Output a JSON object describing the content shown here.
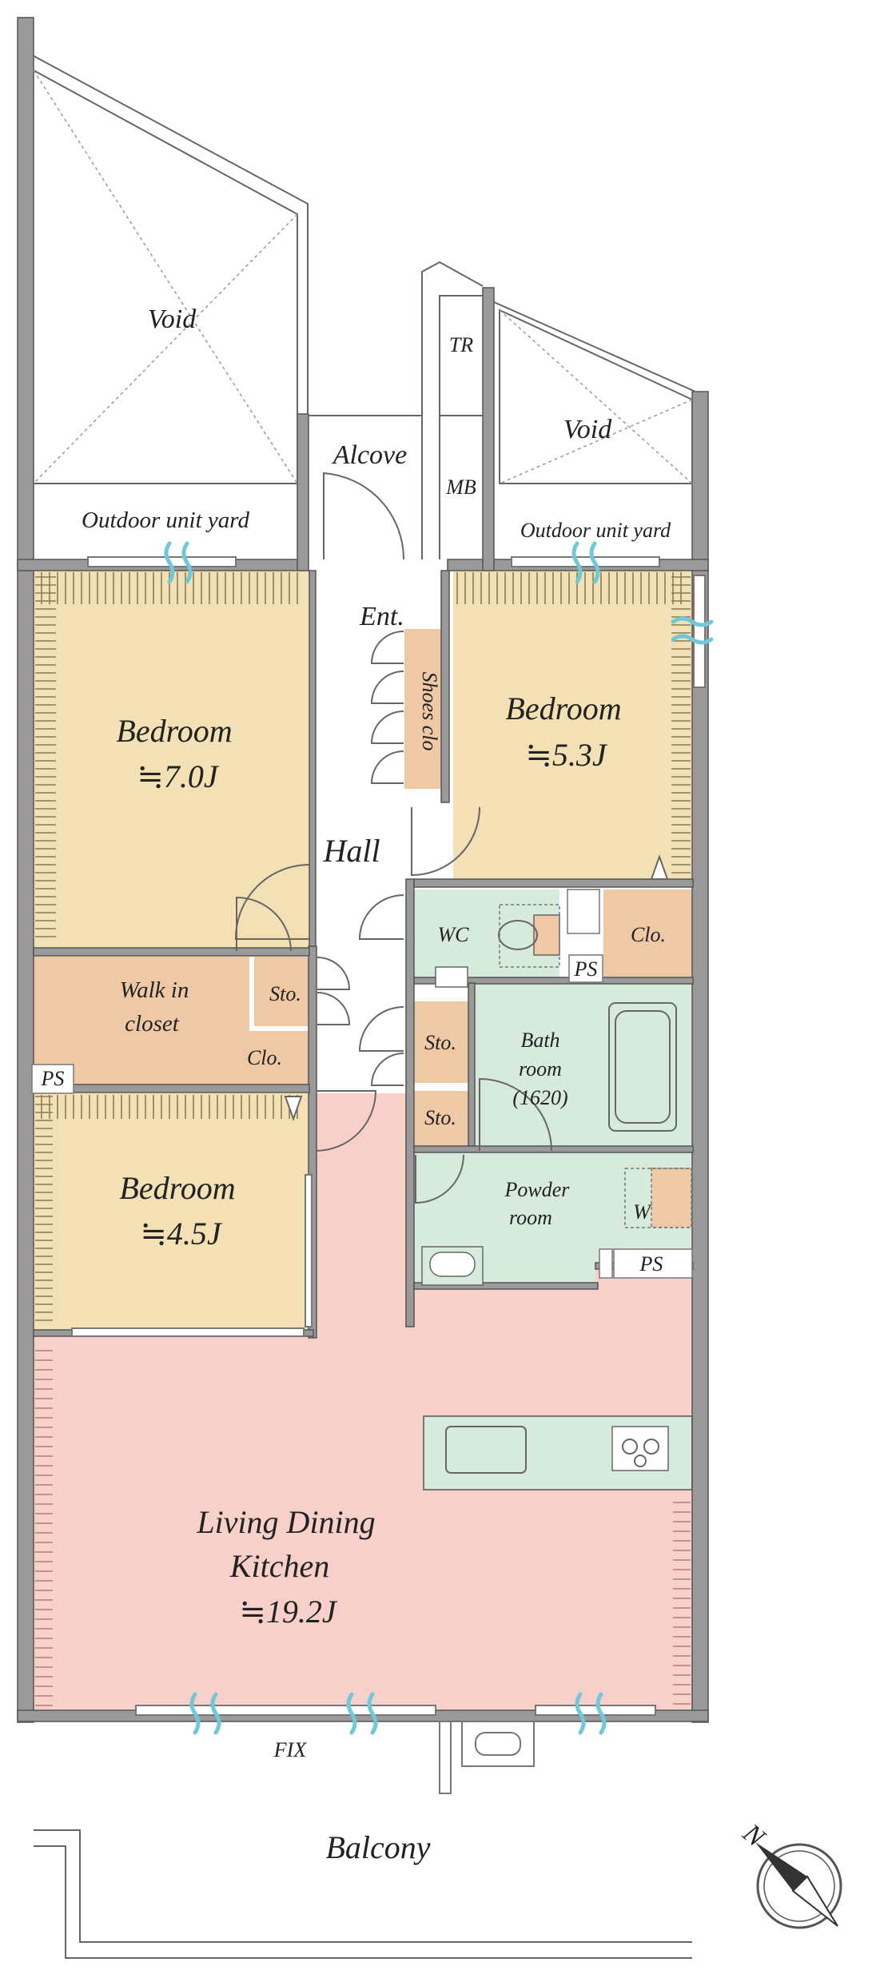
{
  "rooms": {
    "void_left": "Void",
    "void_right": "Void",
    "outdoor_left": "Outdoor unit yard",
    "outdoor_right": "Outdoor unit yard",
    "alcove": "Alcove",
    "tr": "TR",
    "mb": "MB",
    "entrance": "Ent.",
    "shoes_closet": "Shoes clo",
    "hall": "Hall",
    "bedroom1": {
      "name": "Bedroom",
      "size": "≒7.0J"
    },
    "bedroom2": {
      "name": "Bedroom",
      "size": "≒5.3J"
    },
    "bedroom3": {
      "name": "Bedroom",
      "size": "≒4.5J"
    },
    "walk_in_closet_line1": "Walk in",
    "walk_in_closet_line2": "closet",
    "storage_a": "Sto.",
    "storage_b": "Sto.",
    "storage_c": "Sto.",
    "closet_a": "Clo.",
    "closet_b": "Clo.",
    "wc": "WC",
    "ps_a": "PS",
    "ps_b": "PS",
    "ps_c": "PS",
    "bath_line1": "Bath",
    "bath_line2": "room",
    "bath_line3": "(1620)",
    "powder_line1": "Powder",
    "powder_line2": "room",
    "washer": "W",
    "ldk_line1": "Living Dining",
    "ldk_line2": "Kitchen",
    "ldk_size": "≒19.2J",
    "fix": "FIX",
    "balcony": "Balcony"
  },
  "compass": {
    "label": "N"
  },
  "colors": {
    "bedroom": "#f3e1b5",
    "storage": "#efc9a5",
    "wet": "#d7ebdc",
    "living": "#f7d0ca",
    "hall": "#ffffff",
    "wall": "#9a9a9a"
  }
}
